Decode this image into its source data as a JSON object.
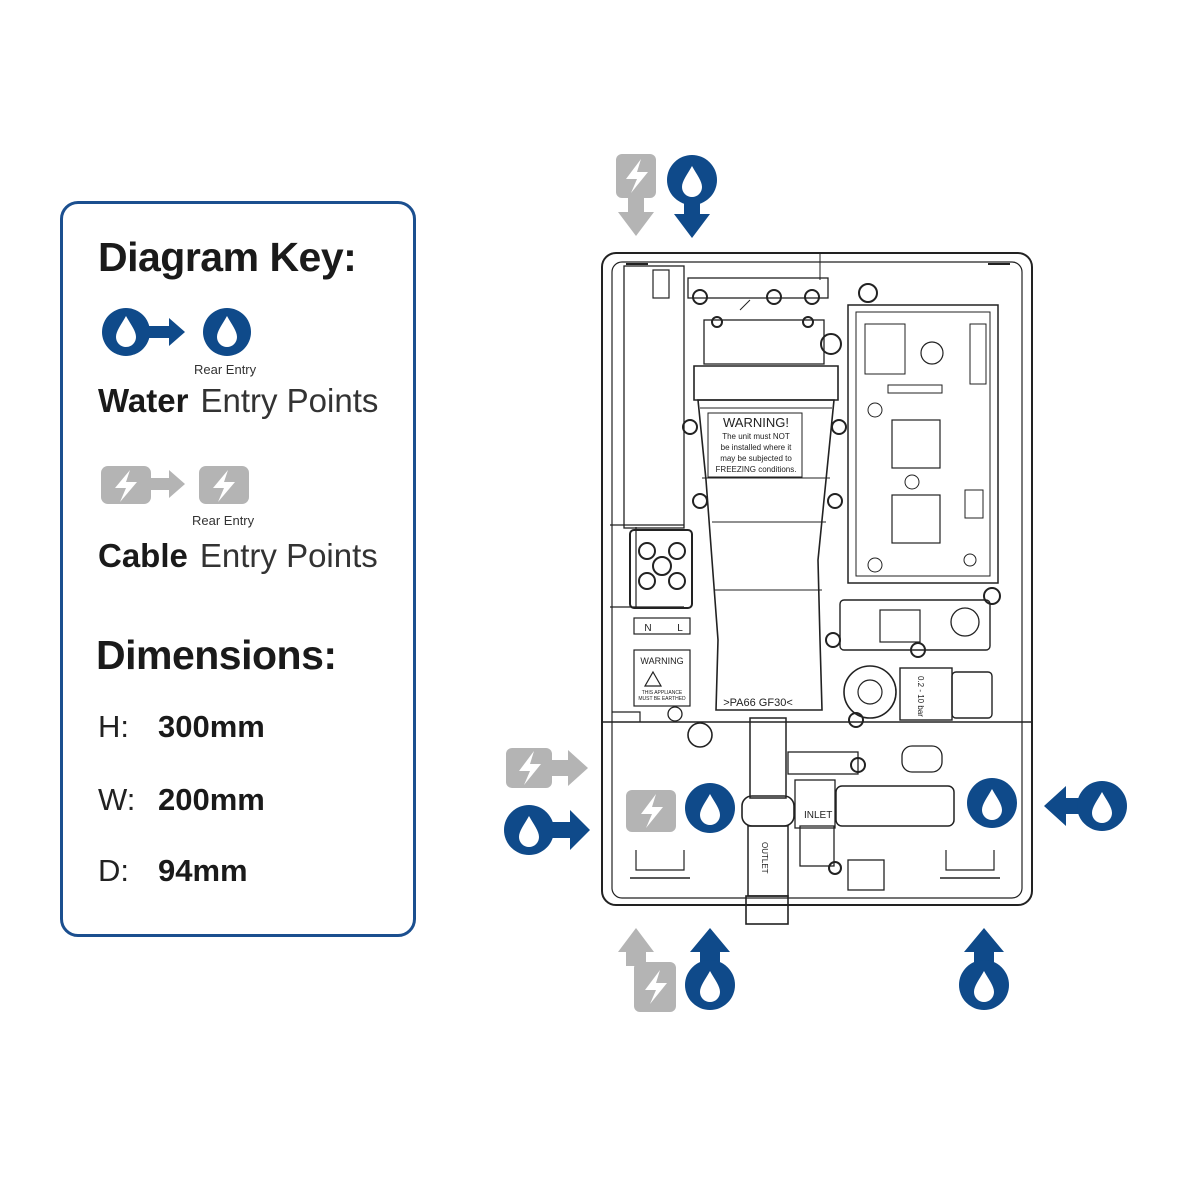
{
  "key": {
    "title": "Diagram Key:",
    "water": {
      "rear_entry": "Rear Entry",
      "strong": "Water",
      "rest": "Entry Points"
    },
    "cable": {
      "rear_entry": "Rear Entry",
      "strong": "Cable",
      "rest": "Entry Points"
    },
    "dimensions": {
      "title": "Dimensions:",
      "rows": [
        {
          "key": "H:",
          "value": "300mm"
        },
        {
          "key": "W:",
          "value": "200mm"
        },
        {
          "key": "D:",
          "value": "94mm"
        }
      ]
    }
  },
  "unit": {
    "warning_title": "WARNING!",
    "warning_lines": [
      "The unit must NOT",
      "be installed where it",
      "may be subjected to",
      "FREEZING conditions."
    ],
    "material": ">PA66 GF30<",
    "terminal_n": "N",
    "terminal_l": "L",
    "small_warning": "WARNING",
    "small_warning_lines": [
      "THIS APPLIANCE",
      "MUST BE EARTHED"
    ],
    "pressure": "0.2 - 10 bar",
    "inlet": "INLET",
    "outlet": "OUTLET"
  },
  "colors": {
    "water_blue": "#0f4a8a",
    "cable_grey": "#b4b4b4",
    "panel_border": "#1b4f8f"
  },
  "icons": {
    "water": "water-drop-icon",
    "cable": "lightning-bolt-icon",
    "arrow": "arrow-icon"
  }
}
